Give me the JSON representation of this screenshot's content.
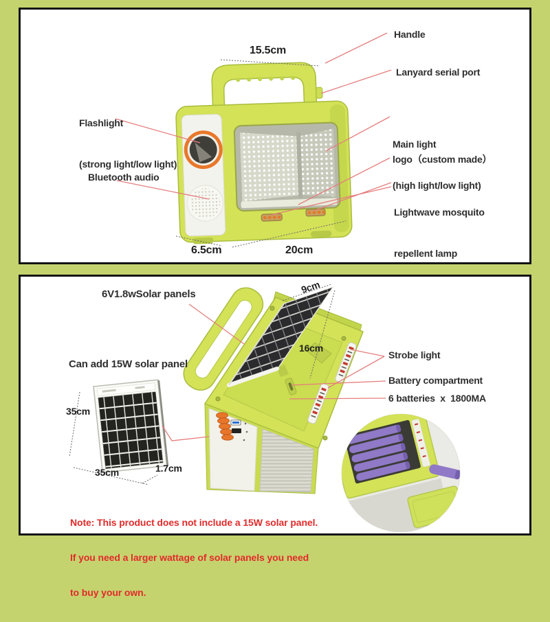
{
  "colors": {
    "page_background": "#c5d36e",
    "panel_background": "#ffffff",
    "panel_border": "#141414",
    "device_green": "#d3e257",
    "accent_orange": "#e8762a",
    "leader_line_red": "#e57d7d",
    "note_text_red": "#e12b2b",
    "battery_purple": "#9079c7",
    "label_text": "#2e2e2e"
  },
  "top_panel": {
    "dims": {
      "handle_width": "15.5cm",
      "depth": "6.5cm",
      "width": "20cm"
    },
    "labels": {
      "handle": "Handle",
      "lanyard": "Lanyard serial port",
      "flashlight_line1": "Flashlight",
      "flashlight_line2": "(strong light/low light)",
      "main_light_line1": "Main light",
      "main_light_line2": "(high light/low light)",
      "bluetooth": "Bluetooth audio",
      "logo": "logo（custom made）",
      "mosquito_line1": "Lightwave mosquito",
      "mosquito_line2": "repellent lamp"
    }
  },
  "bottom_panel": {
    "labels": {
      "solar_panel": "6V1.8wSolar panels",
      "add_panel": "Can add 15W solar panel",
      "strobe": "Strobe light",
      "battery_compartment": "Battery compartment",
      "batteries": "6 batteries  x  1800MA"
    },
    "dims": {
      "panel_width": "9cm",
      "panel_length": "16cm",
      "big_height": "35cm",
      "big_width": "35cm",
      "big_thickness": "1.7cm"
    },
    "note": {
      "line1": "Note: This product does not include a 15W solar panel.",
      "line2": "If you need a larger wattage of solar panels you need",
      "line3": "to buy your own."
    }
  }
}
